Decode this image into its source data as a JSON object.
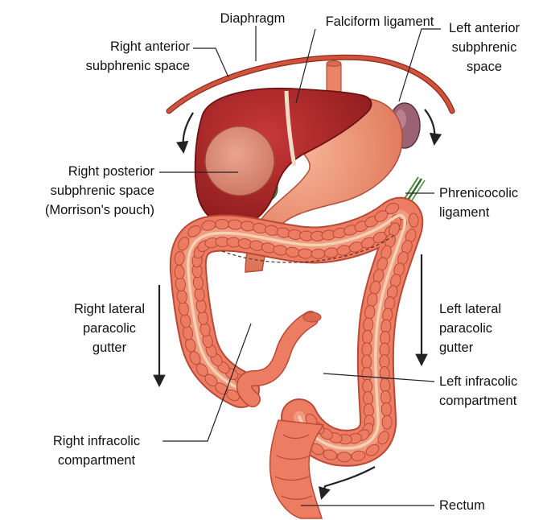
{
  "colors": {
    "liver": "#b8282a",
    "liver_dark": "#7a1414",
    "stomach": "#ee9070",
    "colon": "#ec7d62",
    "colon_dark": "#b84a37",
    "colon_light": "#f6b29a",
    "fold": "#f2d2b0",
    "spleen": "#9a6272",
    "gallbladder": "#3a9a4a",
    "diaphragm": "#d0533e",
    "arrow": "#222222"
  },
  "labels": {
    "diaphragm": "Diaphragm",
    "falciform_ligament": "Falciform ligament",
    "right_anterior_subphrenic_l1": "Right anterior",
    "right_anterior_subphrenic_l2": "subphrenic space",
    "left_anterior_subphrenic_l1": "Left anterior",
    "left_anterior_subphrenic_l2": "subphrenic",
    "left_anterior_subphrenic_l3": "space",
    "right_posterior_subphrenic_l1": "Right posterior",
    "right_posterior_subphrenic_l2": "subphrenic space",
    "right_posterior_subphrenic_l3": "(Morrison's pouch)",
    "phrenicocolic_l1": "Phrenicocolic",
    "phrenicocolic_l2": "ligament",
    "right_lateral_paracolic_l1": "Right lateral",
    "right_lateral_paracolic_l2": "paracolic",
    "right_lateral_paracolic_l3": "gutter",
    "left_lateral_paracolic_l1": "Left lateral",
    "left_lateral_paracolic_l2": "paracolic",
    "left_lateral_paracolic_l3": "gutter",
    "left_infracolic_l1": "Left infracolic",
    "left_infracolic_l2": "compartment",
    "right_infracolic_l1": "Right infracolic",
    "right_infracolic_l2": "compartment",
    "rectum": "Rectum"
  }
}
